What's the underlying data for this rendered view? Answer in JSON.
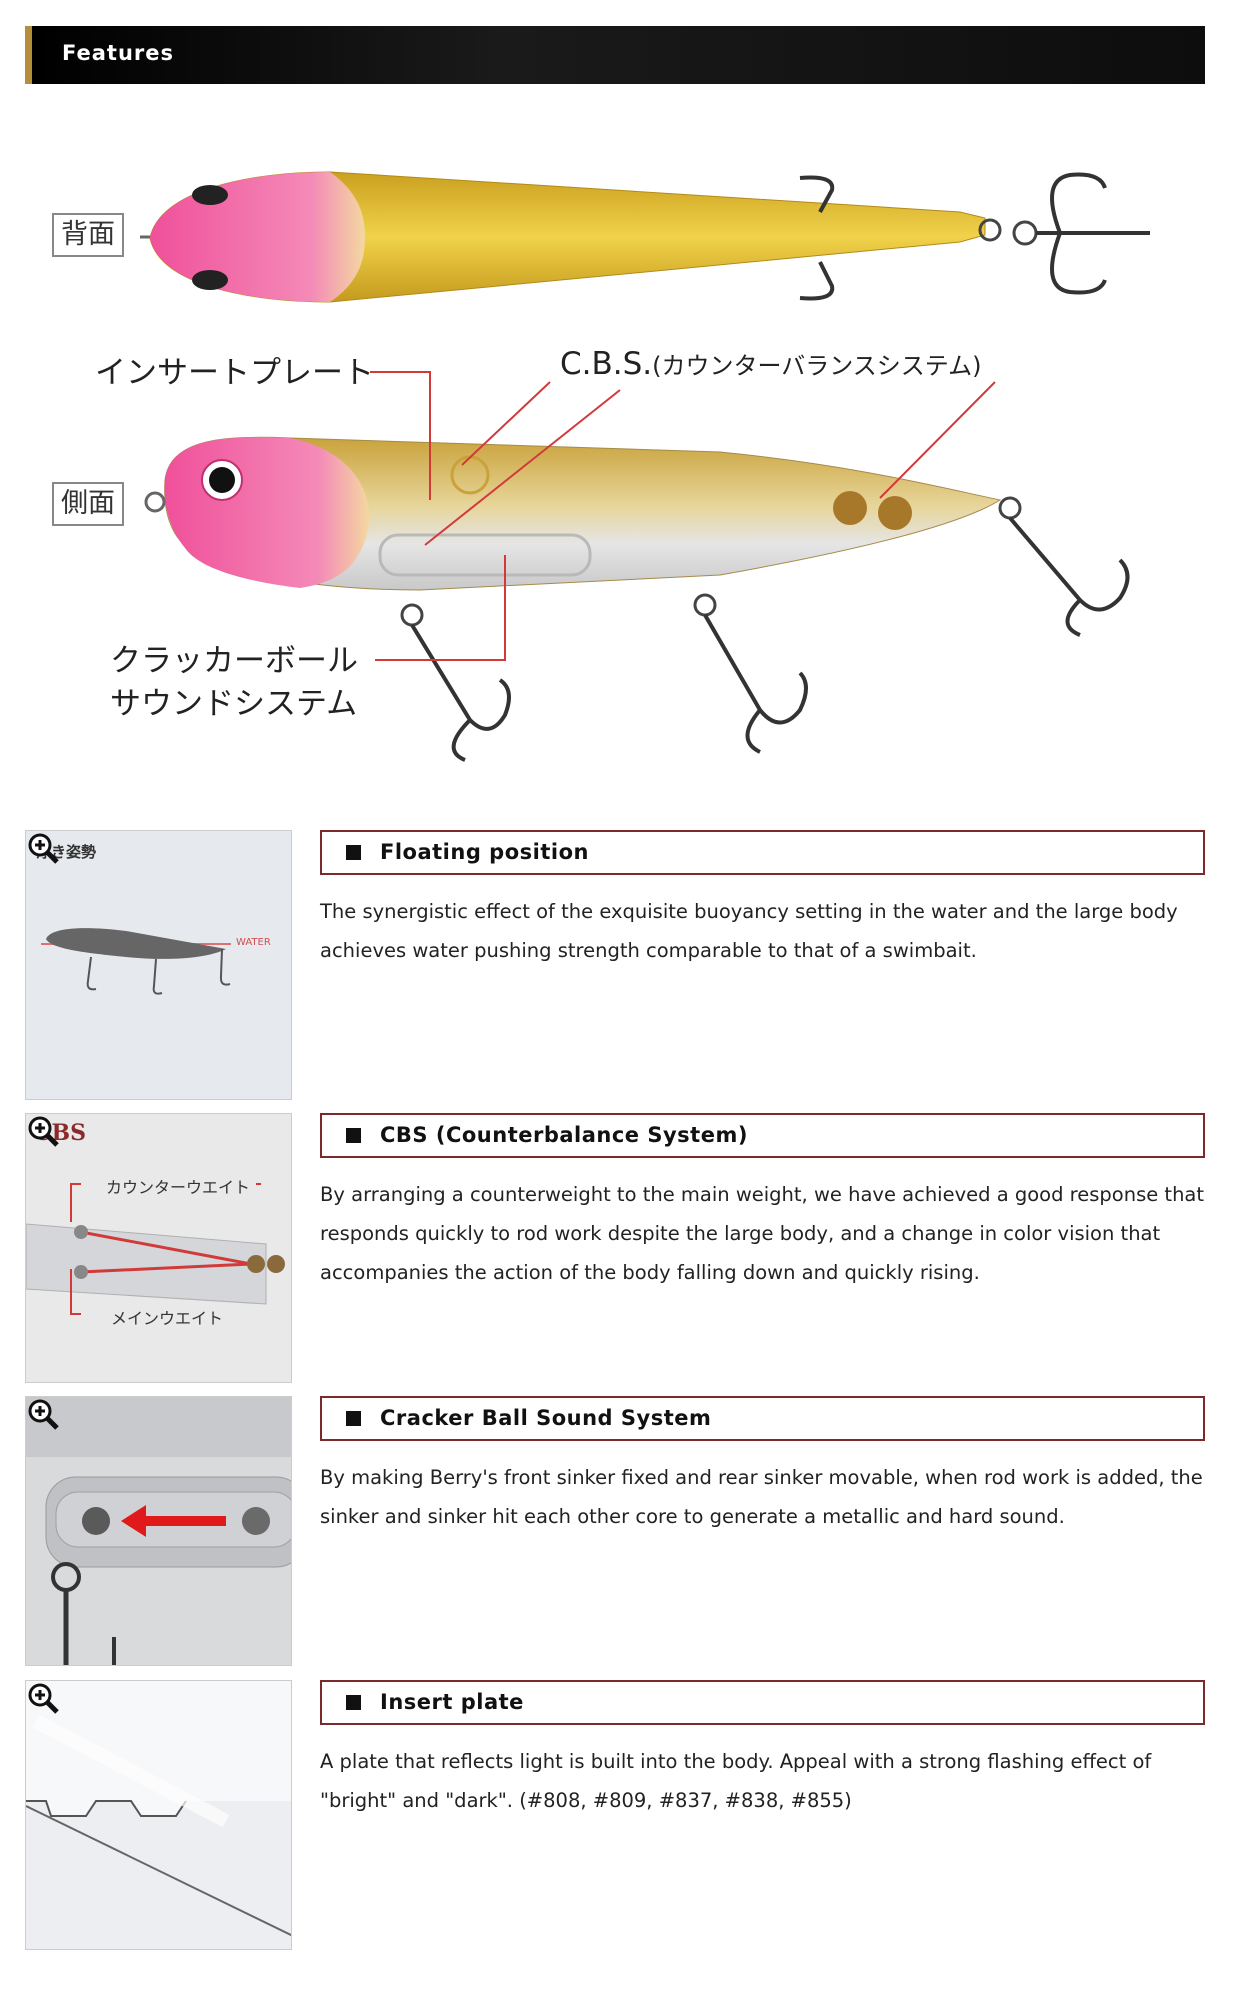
{
  "header": {
    "title": "Features"
  },
  "diagram": {
    "top_view_label": "背面",
    "side_view_label": "側面",
    "insert_plate_label": "インサートプレート",
    "cbs_label": "C.B.S.",
    "cbs_sub_label": "(カウンターバランスシステム)",
    "cracker_label_line1": "クラッカーボール",
    "cracker_label_line2": "サウンドシステム"
  },
  "features": [
    {
      "title": "Floating position",
      "description": "The synergistic effect of the exquisite buoyancy setting in the water and the large body achieves water pushing strength comparable to that of a swimbait.",
      "thumb_caption": "浮き姿勢",
      "thumb_water_label": "WATER"
    },
    {
      "title": "CBS (Counterbalance System)",
      "description": "By arranging a counterweight to the main weight, we have achieved a good response that responds quickly to rod work despite the large body, and a change in color vision that accompanies the action of the body falling down and quickly rising.",
      "thumb_logo": "CBS",
      "thumb_counter_label": "カウンターウエイト",
      "thumb_main_label": "メインウエイト"
    },
    {
      "title": "Cracker Ball Sound System",
      "description": "By making Berry's front sinker fixed and rear sinker movable, when rod work is added, the sinker and sinker hit each other core to generate a metallic and hard sound."
    },
    {
      "title": "Insert plate",
      "description": "A plate that reflects light is built into the body. Appeal with a strong flashing effect of \"bright\" and \"dark\". (#808, #809, #837, #838, #855)"
    }
  ],
  "icons": {
    "zoom": "zoom-in-icon"
  },
  "colors": {
    "accent_gold": "#b58e3c",
    "title_border": "#7a2a2a",
    "callout_line": "#d23a3a",
    "lure_head": "#f0509a",
    "lure_body": "#e2b72a"
  }
}
